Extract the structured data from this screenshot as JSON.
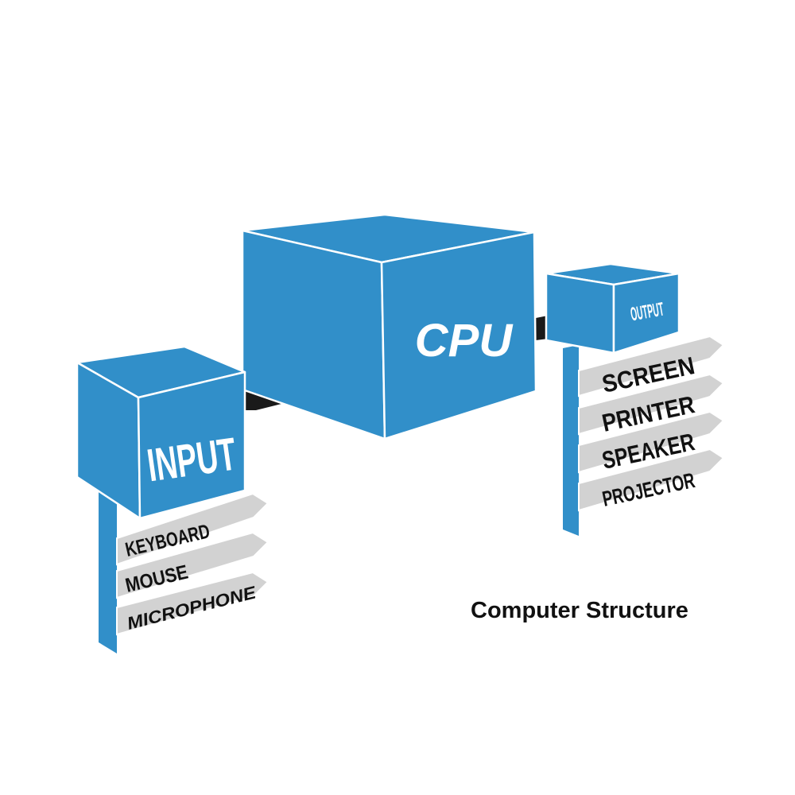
{
  "colors": {
    "box_face": "#318fc9",
    "box_edge": "#ffffff",
    "connector": "#1a1a1a",
    "sign": "#d2d2d2",
    "text_dark": "#111111"
  },
  "cpu": {
    "label": "CPU"
  },
  "input": {
    "label": "INPUT",
    "devices": [
      "KEYBOARD",
      "MOUSE",
      "MICROPHONE"
    ]
  },
  "output": {
    "label": "OUTPUT",
    "devices": [
      "SCREEN",
      "PRINTER",
      "SPEAKER",
      "PROJECTOR"
    ]
  },
  "caption": "Computer Structure"
}
